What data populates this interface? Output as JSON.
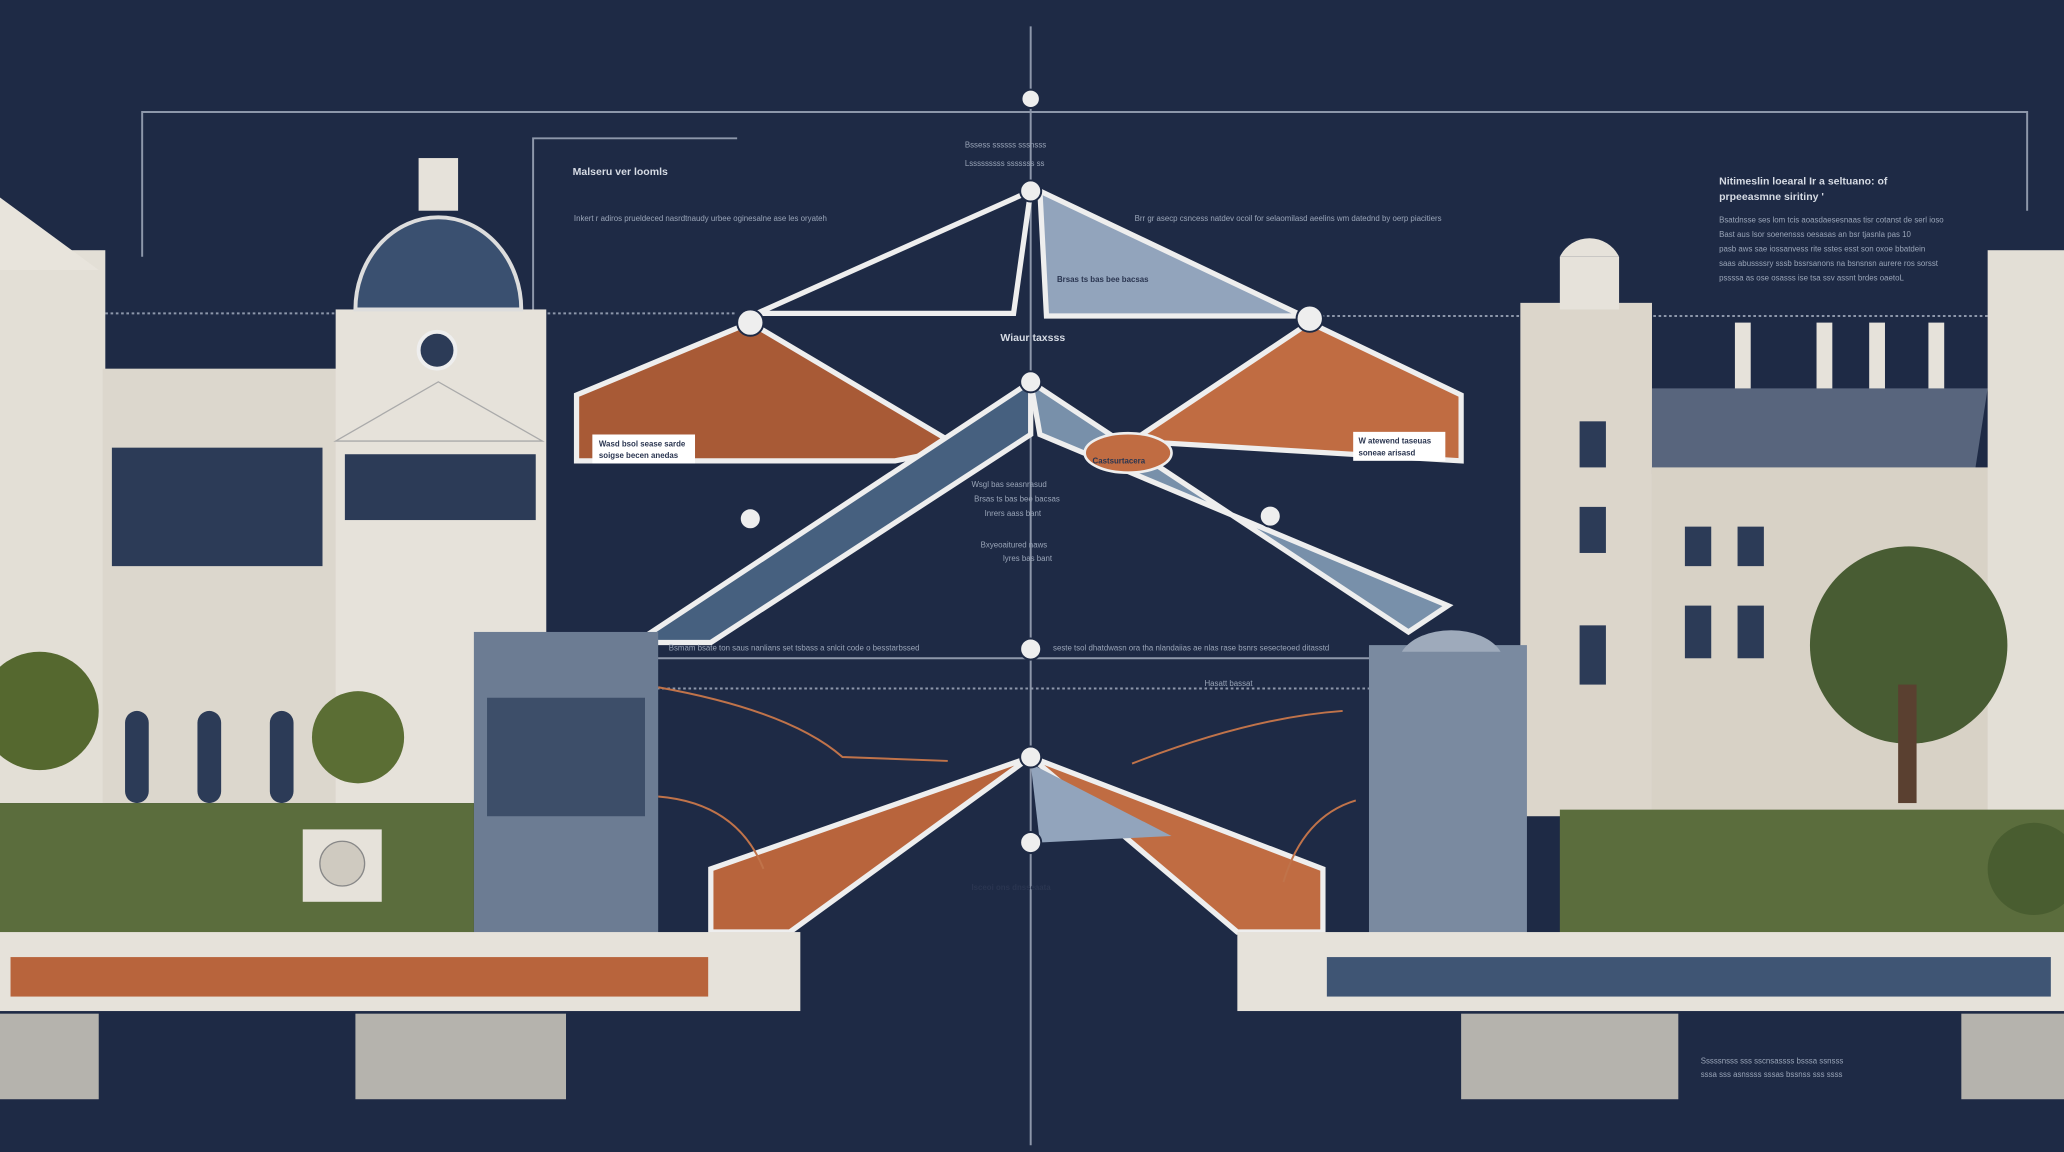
{
  "labels": {
    "top_left_title": "Malseru ver loomls",
    "top_left_line": "Inkert r adiros prueldeced nasrdtnaudy urbee oginesalne ase les oryateh",
    "top_right_line": "Brr gr asecp csncess natdev ocoil for selaomilasd aeelins wm datednd by oerp piacitiers",
    "center_title": "Wiaur taxsss",
    "center_note_1": "Bxyeoaitured naws",
    "center_note_2": "lyres bas bant",
    "center_mid_1": "Wsgl bas seasnrasud",
    "center_mid_2": "Brsas ts bas bee bacsas",
    "center_mid_3": "Inrers aass bant",
    "left_box": "Wasd bsol sease sarde",
    "left_box_2": "soigse becen anedas",
    "right_box": "W atewend taseuas",
    "right_box_2": "soneae arisasd",
    "oval": "Castsurtacera",
    "long_line_left": "Bsmam bsate ton saus nanlians set tsbass a snlcit code o besstarbssed",
    "long_line_right": "seste tsol dhatdwasn ora tha nlandaiias ae nlas rase bsnrs sesecteoed ditasstd",
    "bottom_label": "Hasatt bassat",
    "bottom_mid": "Isceoi ons dnsseaata",
    "right_title_1": "Nitimeslin loearal Ir a seltuano: of",
    "right_title_2": "prpeeasmne siritiny '",
    "right_body": [
      "Bsatdnsse ses lom tcis aoasdaesesnaas tisr cotanst de serl ioso",
      "Bast aus lsor soenensss oesasas an bsr tjasnla pas 10",
      "pasb aws sae iossanvess rite sstes esst son oxoe bbatdein",
      "saas abussssry sssb bssrsanons na bsnsnsn aurere ros sorsst",
      "pssssa as ose osasss ise tsa ssv assnt brdes oaetoL"
    ],
    "bottom_right_note": [
      "Sssssnsss sss sscnsassss bsssa ssnsss",
      "sssa sss asnssss sssas bssnss sss ssss"
    ],
    "top_center_note": [
      "Bssess ssssss sssnsss",
      "Lsssssssss sssssss ss"
    ]
  },
  "colors": {
    "background": "#1e2a45",
    "rust": "#b8643c",
    "slate": "#8fa3bd",
    "steel": "#3f5574",
    "stone": "#e6e2da"
  }
}
